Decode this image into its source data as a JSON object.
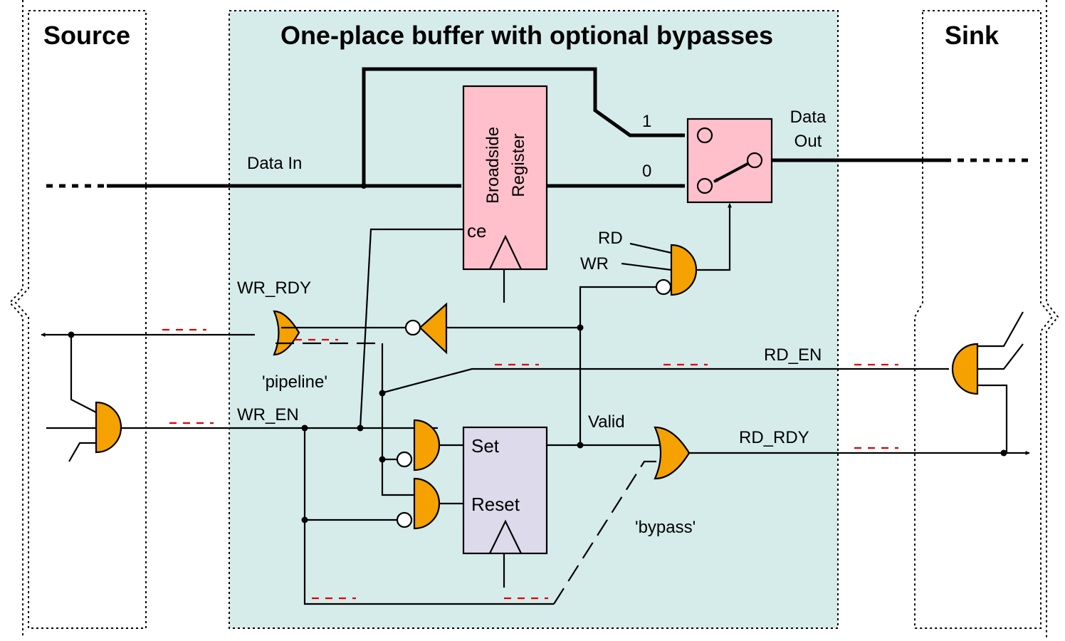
{
  "sections": {
    "source": "Source",
    "buffer": "One-place buffer with optional bypasses",
    "sink": "Sink"
  },
  "register": {
    "line1": "Broadside",
    "line2": "Register",
    "enable": "ce"
  },
  "mux": {
    "input_1": "1",
    "input_0": "0",
    "out_line1": "Data",
    "out_line2": "Out"
  },
  "flipflop": {
    "set": "Set",
    "reset": "Reset"
  },
  "signals": {
    "data_in": "Data In",
    "rd": "RD",
    "wr": "WR",
    "wr_rdy": "WR_RDY",
    "wr_en": "WR_EN",
    "rd_en": "RD_EN",
    "rd_rdy": "RD_RDY",
    "valid": "Valid"
  },
  "annotations": {
    "pipeline": "'pipeline'",
    "bypass": "'bypass'"
  },
  "colors": {
    "buffer_fill": "#d6ecea",
    "register_fill": "#ffc0cb",
    "flipflop_fill": "#dcdaeb",
    "gate_fill": "#f5a100",
    "optional_marker": "#e00000"
  }
}
